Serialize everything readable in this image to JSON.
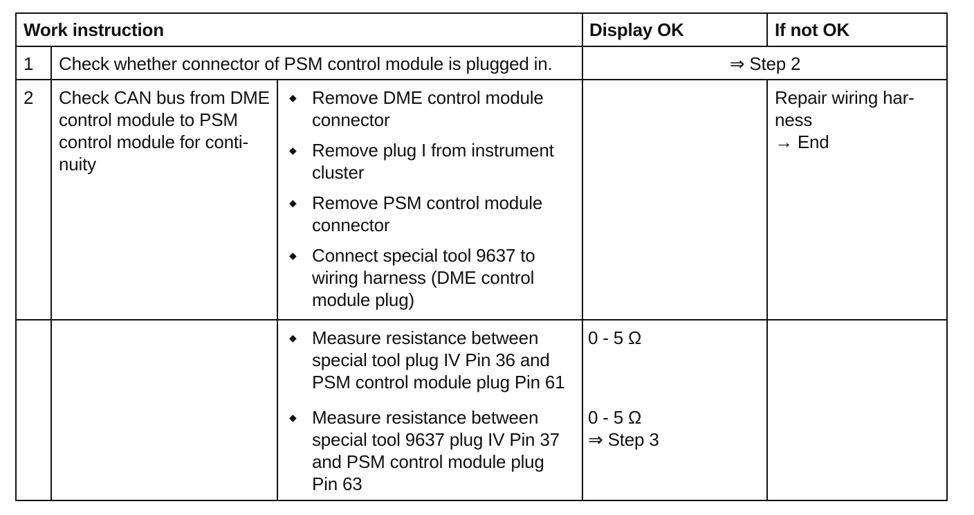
{
  "header": {
    "work_instruction": "Work instruction",
    "display_ok": "Display OK",
    "if_not_ok": "If not OK"
  },
  "rows": [
    {
      "step": "1",
      "instruction": "Check whether connector of PSM control module is plugged in.",
      "result": "⇒ Step 2"
    },
    {
      "step": "2",
      "instruction": "Check CAN bus from DME control module to PSM control module for continuity",
      "instruction_lines": [
        "Check CAN bus from DME",
        "control module to PSM",
        "control module for conti-",
        "nuity"
      ],
      "actions": [
        [
          "Remove DME control module",
          "connector"
        ],
        [
          "Remove plug I from instrument",
          "cluster"
        ],
        [
          "Remove PSM control module",
          "connector"
        ],
        [
          "Connect special tool 9637 to",
          "wiring harness (DME control",
          "module plug)"
        ]
      ],
      "if_not_ok": [
        "Repair wiring har-",
        "ness",
        "→ End"
      ]
    },
    {
      "actions": [
        {
          "lines": [
            "Measure resistance between",
            "special tool plug IV Pin 36 and",
            "PSM control module plug Pin 61"
          ],
          "display_ok": [
            "0 - 5 Ω"
          ]
        },
        {
          "lines": [
            "Measure resistance between",
            "special tool 9637 plug IV Pin 37",
            "and PSM control module plug",
            "Pin 63"
          ],
          "display_ok": [
            "0 - 5 Ω",
            "⇒ Step 3"
          ]
        }
      ]
    }
  ]
}
